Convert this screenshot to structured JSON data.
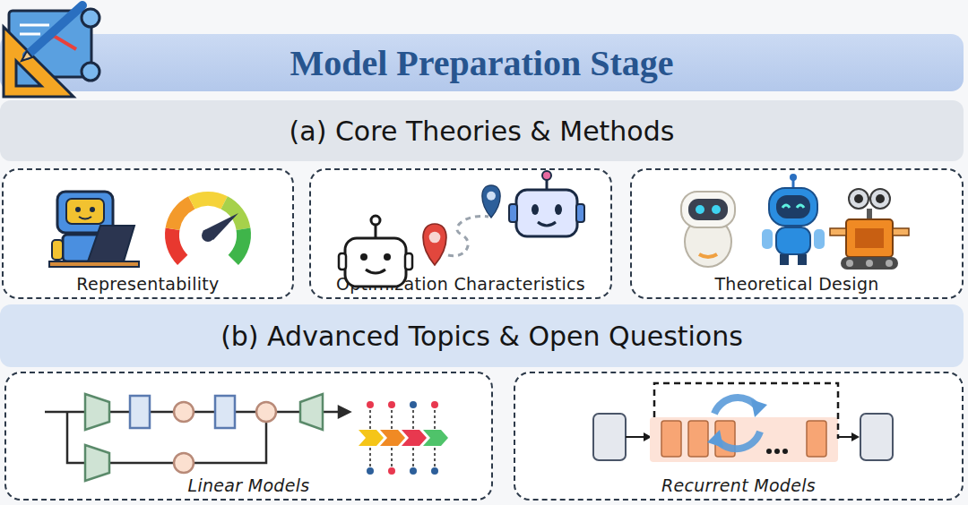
{
  "diagram": {
    "title": "Model Preparation Stage",
    "nodes": [
      {
        "text": [
          "(a) Core Theories & Methods"
        ]
      },
      {
        "text": [
          "Representability"
        ]
      },
      {
        "text": [
          "Optimization Characteristics"
        ]
      },
      {
        "text": [
          "Theoretical Design"
        ]
      },
      {
        "text": [
          "(b) Advanced Topics & Open Questions"
        ]
      },
      {
        "text": [
          "Linear Models"
        ]
      },
      {
        "text": [
          "Recurrent Models"
        ]
      }
    ]
  }
}
